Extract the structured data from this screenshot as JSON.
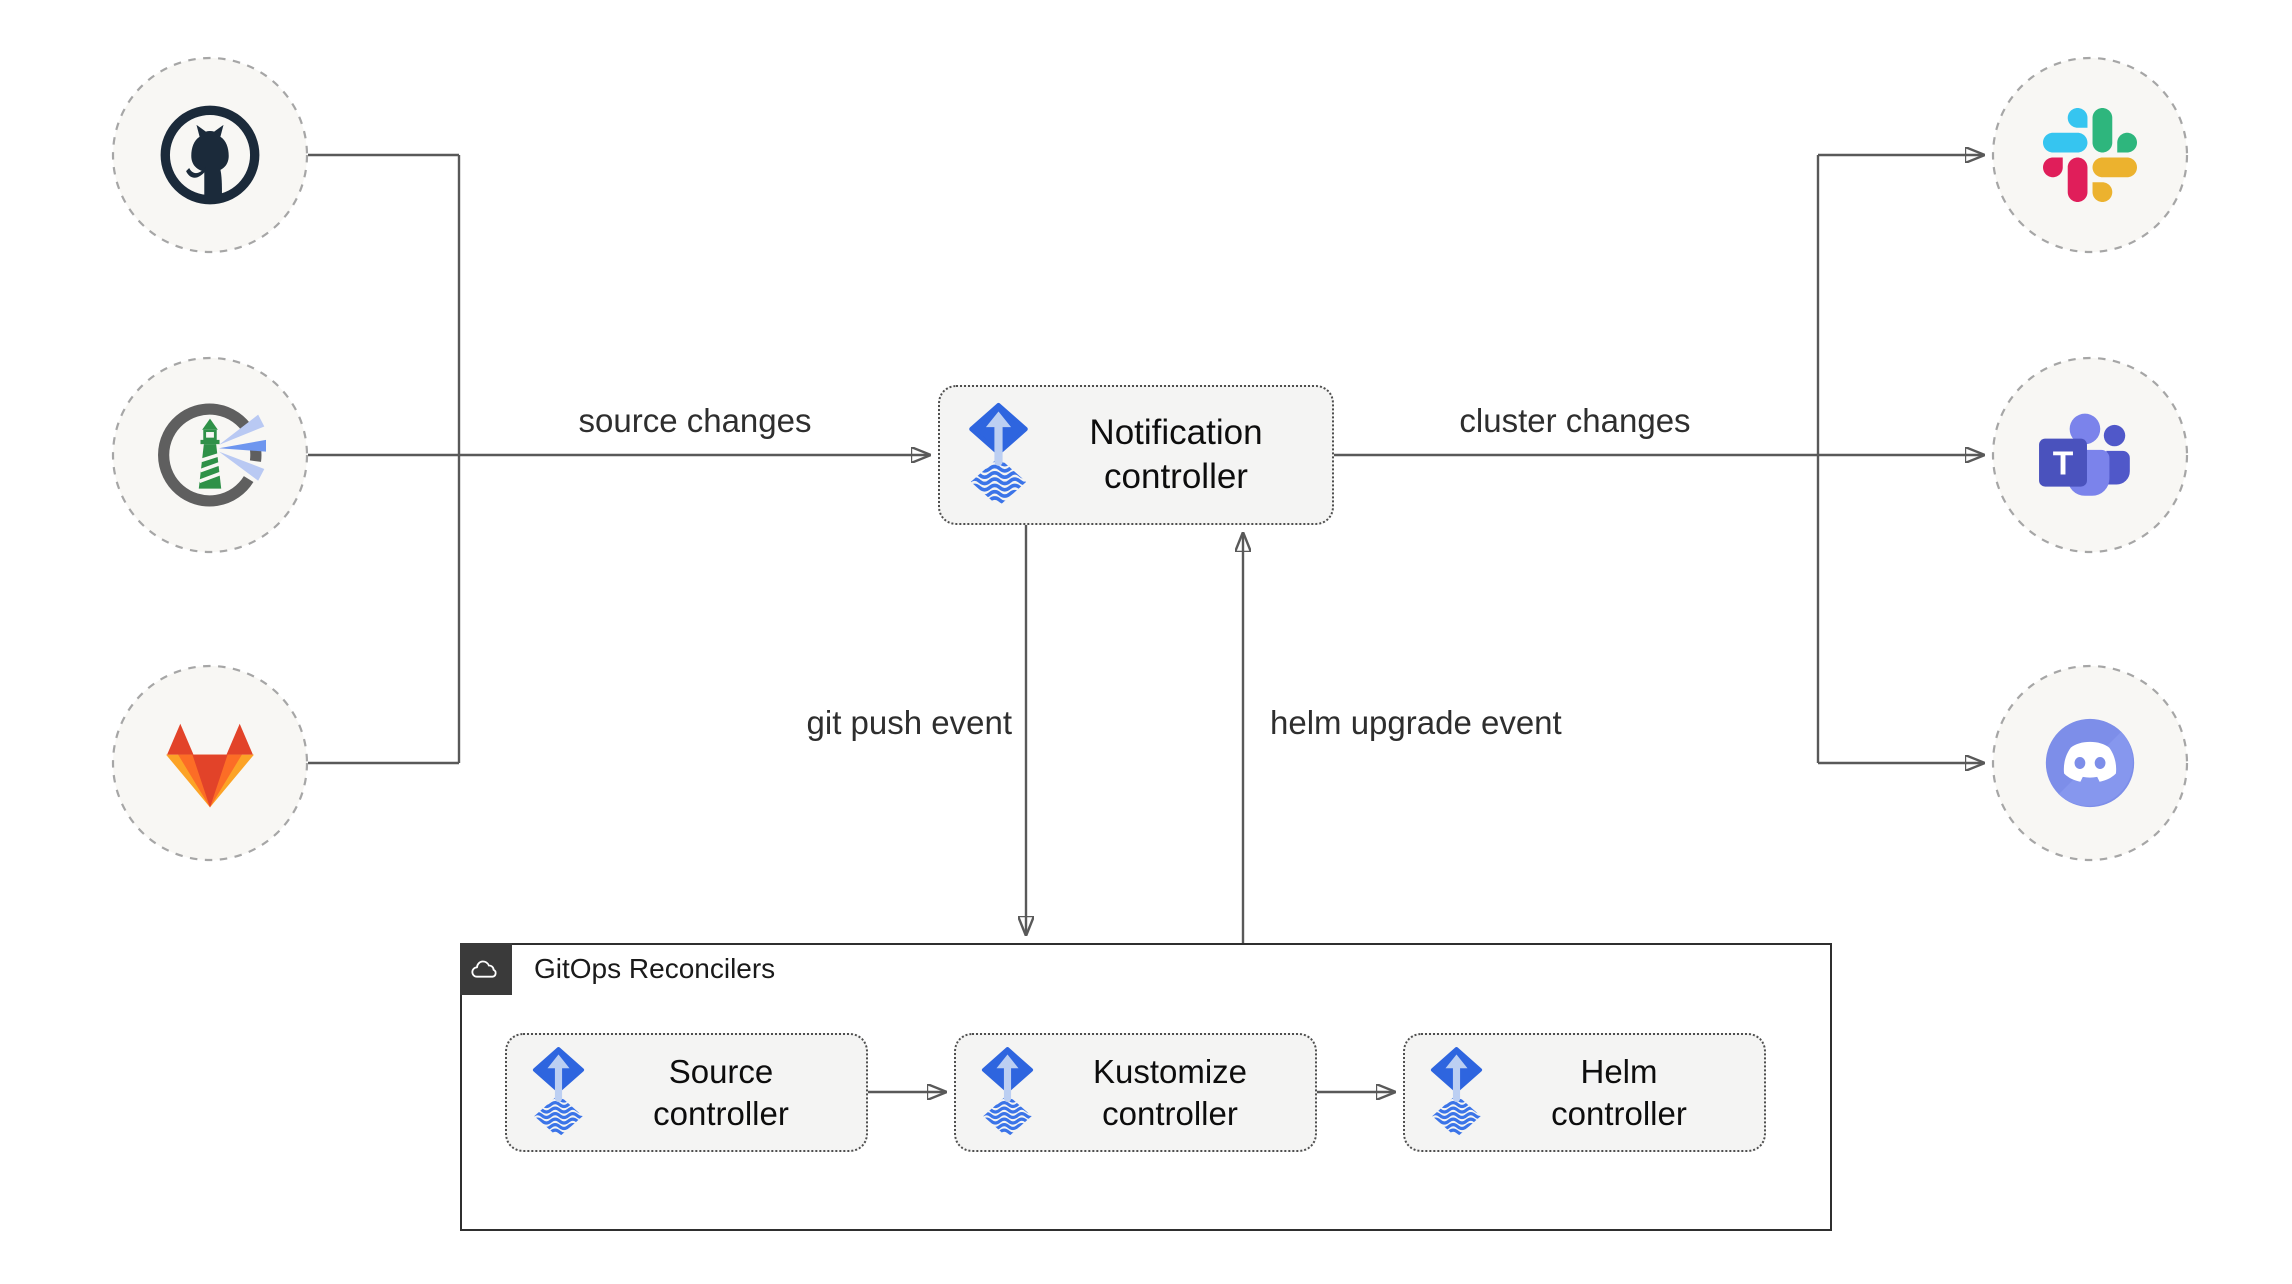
{
  "nodes": {
    "notification": {
      "label": "Notification\ncontroller"
    },
    "source": {
      "label": "Source\ncontroller"
    },
    "kustomize": {
      "label": "Kustomize\ncontroller"
    },
    "helm": {
      "label": "Helm\ncontroller"
    }
  },
  "reconcilers": {
    "title": "GitOps Reconcilers"
  },
  "edges": {
    "source_changes": "source changes",
    "cluster_changes": "cluster changes",
    "git_push": "git push event",
    "helm_upgrade": "helm upgrade event"
  },
  "icons": {
    "left": [
      "github-icon",
      "harbor-icon",
      "gitlab-icon"
    ],
    "right": [
      "slack-icon",
      "teams-icon",
      "discord-icon"
    ],
    "node_icon": "flux-icon",
    "container_icon": "cloud-icon"
  },
  "colors": {
    "connector": "#595959",
    "box_bg": "#f4f4f3",
    "box_border": "#4e4e4e",
    "circle_bg": "#f8f7f4",
    "circle_border": "#a6a6a6",
    "flux_blue": "#2E65DF",
    "flux_arrow": "#BCCFF2",
    "flux_wave": "#3B74E8",
    "github": "#1B2A3A",
    "harbor_ring": "#5F5F5F",
    "harbor_green": "#2F9148",
    "harbor_beam": "#B9C9F3",
    "harbor_beam_mid": "#6E96EF",
    "gitlab": [
      "#E24329",
      "#FC6D26",
      "#FCA326"
    ],
    "slack": [
      "#36C5F0",
      "#2EB67D",
      "#ECB22E",
      "#E01E5A"
    ],
    "teams_square": "#4A52BD",
    "teams_light": "#7B83EB",
    "teams_dark": "#5058C9",
    "discord": "#7D8EE9",
    "container_border": "#2F2F2F",
    "container_tab": "#3A3A3A",
    "edge_text": "#2E2E2E",
    "node_text": "#0D0D0D"
  }
}
